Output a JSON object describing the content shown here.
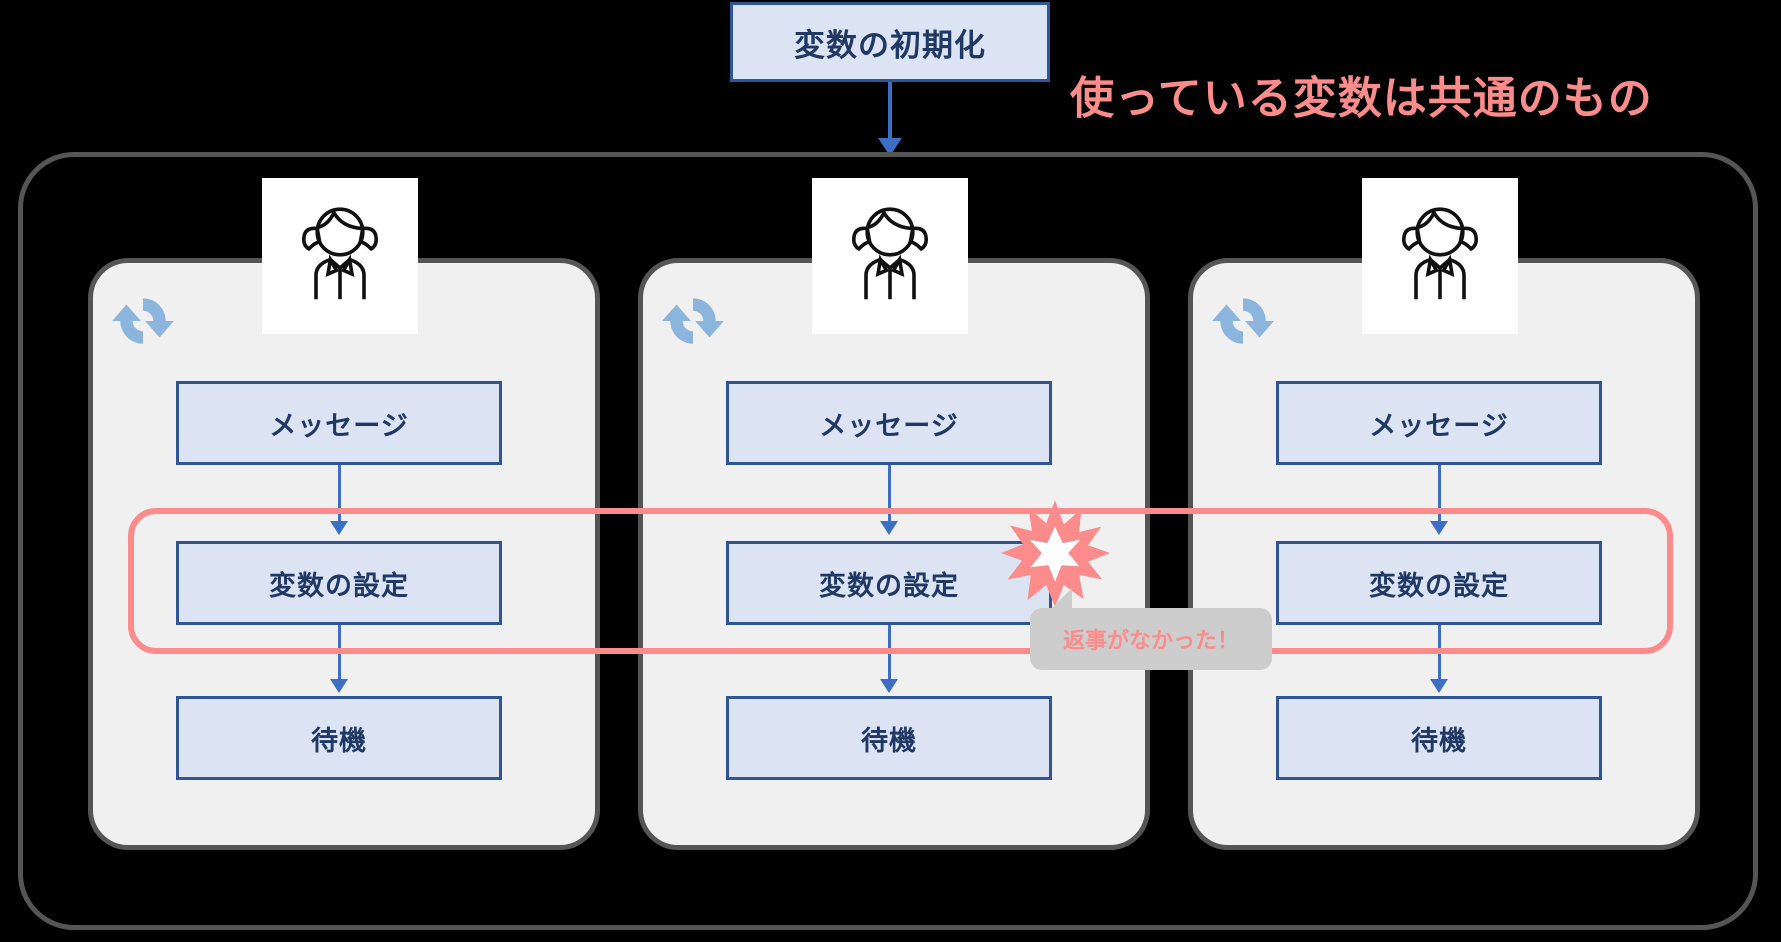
{
  "diagram": {
    "init": {
      "label": "変数の初期化",
      "arrow_icon": "down-arrow-icon"
    },
    "headline": "使っている変数は共通のもの",
    "lanes": [
      {
        "id": "lane-1",
        "loop_icon": "refresh-loop-icon",
        "avatar_icon": "person-avatar-icon",
        "steps": [
          "メッセージ",
          "変数の設定",
          "待機"
        ]
      },
      {
        "id": "lane-2",
        "loop_icon": "refresh-loop-icon",
        "avatar_icon": "person-avatar-icon",
        "steps": [
          "メッセージ",
          "変数の設定",
          "待機"
        ]
      },
      {
        "id": "lane-3",
        "loop_icon": "refresh-loop-icon",
        "avatar_icon": "person-avatar-icon",
        "steps": [
          "メッセージ",
          "変数の設定",
          "待機"
        ]
      }
    ],
    "annotation": {
      "bubble_text": "返事がなかった！",
      "burst_icon": "collision-burst-icon"
    },
    "colors": {
      "box_fill": "#dce4f4",
      "box_border": "#2f5597",
      "box_text": "#1f3864",
      "accent_red": "#fc8c8c",
      "lane_fill": "#f0f0f0",
      "lane_border": "#555555",
      "arrow_blue": "#3c6fc4",
      "loop_blue": "#8cb5de",
      "bubble_fill": "#cdcdcd",
      "background": "#000000"
    }
  }
}
